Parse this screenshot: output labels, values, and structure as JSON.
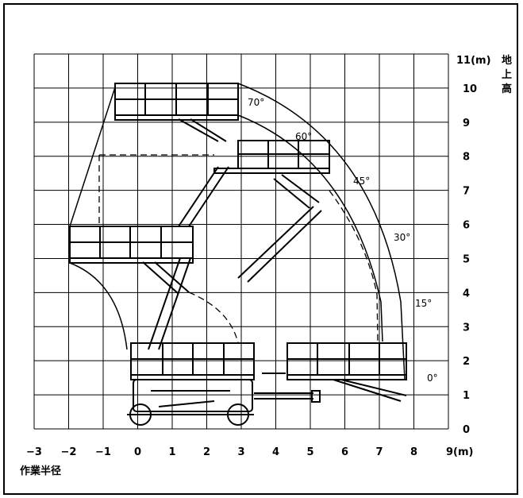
{
  "diagram": {
    "x_unit": "9(m)",
    "y_unit": "11(m)",
    "x_axis_title": "作業半径",
    "y_axis_title": [
      "地",
      "上",
      "高"
    ],
    "x_ticks": [
      {
        "value": -3,
        "text": "−3"
      },
      {
        "value": -2,
        "text": "−2"
      },
      {
        "value": -1,
        "text": "−1"
      },
      {
        "value": 0,
        "text": "0"
      },
      {
        "value": 1,
        "text": "1"
      },
      {
        "value": 2,
        "text": "2"
      },
      {
        "value": 3,
        "text": "3"
      },
      {
        "value": 4,
        "text": "4"
      },
      {
        "value": 5,
        "text": "5"
      },
      {
        "value": 6,
        "text": "6"
      },
      {
        "value": 7,
        "text": "7"
      },
      {
        "value": 8,
        "text": "8"
      }
    ],
    "y_ticks": [
      "0",
      "1",
      "2",
      "3",
      "4",
      "5",
      "6",
      "7",
      "8",
      "9",
      "10"
    ],
    "angles": [
      {
        "name": "angle-70",
        "text": "70°"
      },
      {
        "name": "angle-60",
        "text": "60°"
      },
      {
        "name": "angle-45",
        "text": "45°"
      },
      {
        "name": "angle-30",
        "text": "30°"
      },
      {
        "name": "angle-15",
        "text": "15°"
      },
      {
        "name": "angle-0",
        "text": "0°"
      }
    ]
  }
}
